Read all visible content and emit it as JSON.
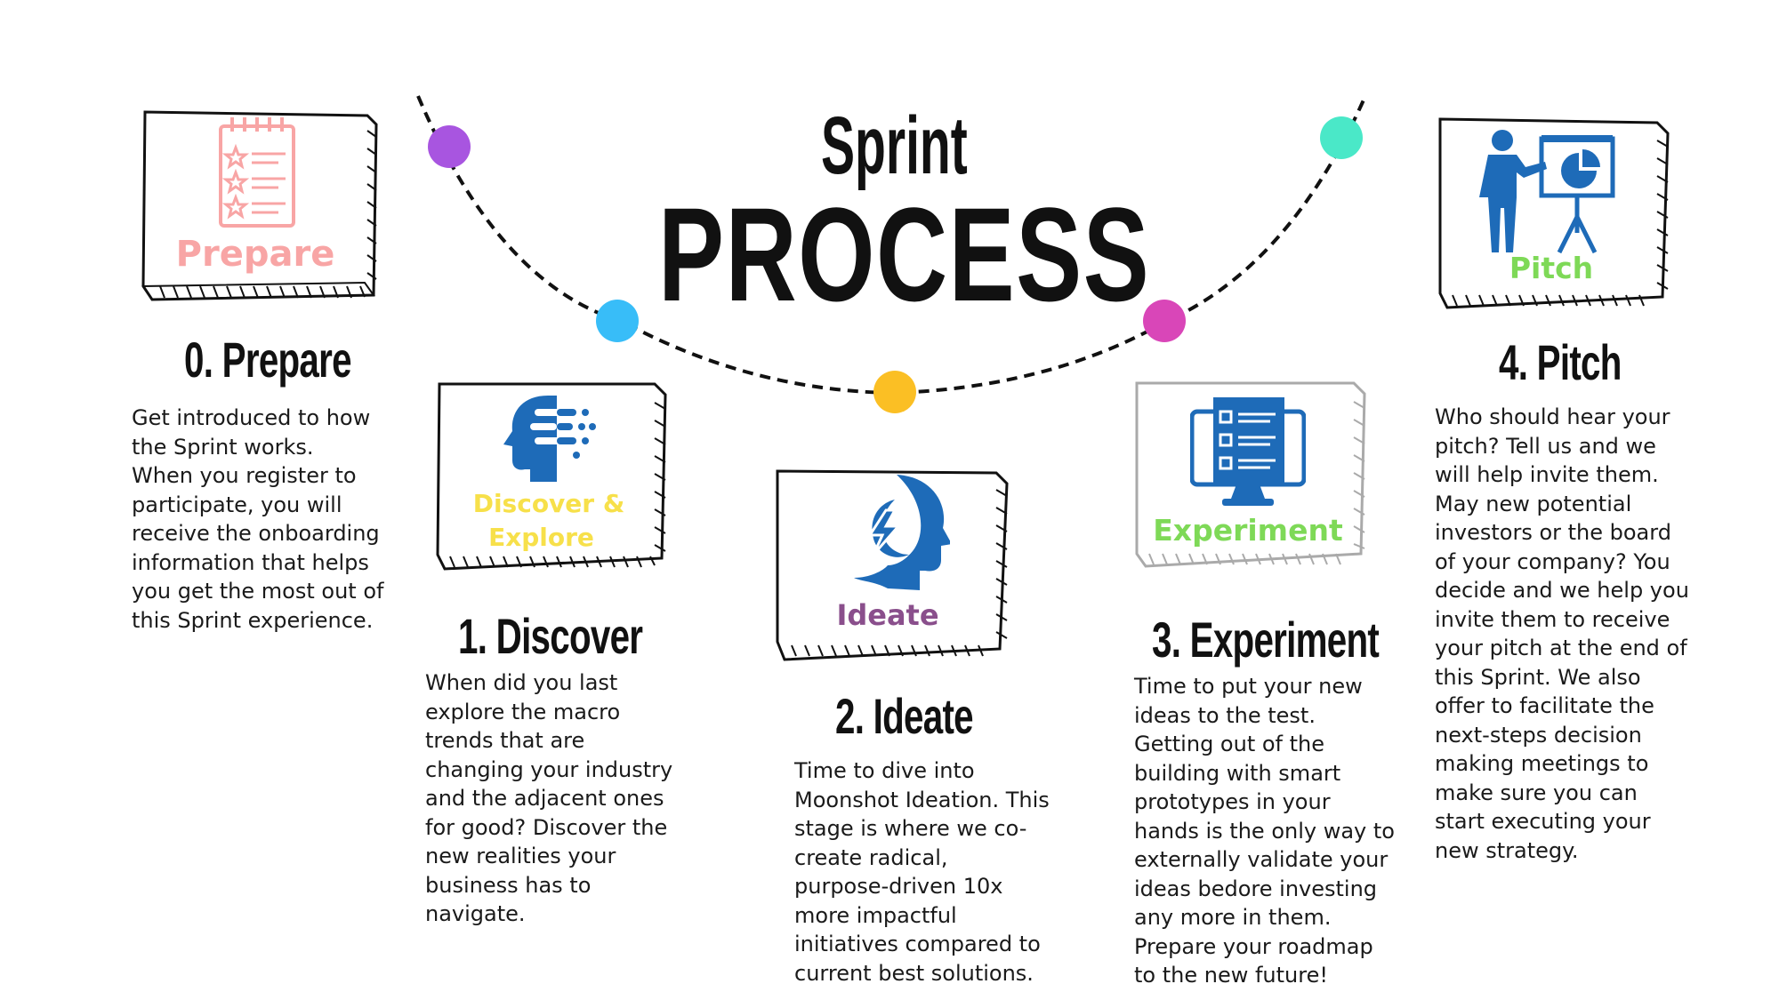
{
  "title": {
    "line1": "Sprint",
    "line2": "PROCESS"
  },
  "arc_dot_colors": [
    "#a855e0",
    "#38bdf8",
    "#fbbf24",
    "#d946b8",
    "#4ae8c8"
  ],
  "stages": [
    {
      "card_label": "Prepare",
      "card_color": "#f8a5a5",
      "icon": "checklist-icon",
      "title": "0. Prepare",
      "description": "Get introduced to how\nthe Sprint works.\nWhen you register to\nparticipate, you will\nreceive the onboarding\ninformation that helps\nyou get the most out of\nthis Sprint experience."
    },
    {
      "card_label_line1": "Discover &",
      "card_label_line2": "Explore",
      "card_color": "#f7e04a",
      "icon": "head-data-icon",
      "title": "1. Discover",
      "description": "When did you last\nexplore the macro\ntrends that are\nchanging your industry\nand the adjacent ones\nfor good? Discover the\nnew realities your\nbusiness has to\nnavigate."
    },
    {
      "card_label": "Ideate",
      "card_color": "#8a4f8c",
      "icon": "lightning-head-icon",
      "title": "2. Ideate",
      "description": "Time to dive into\nMoonshot Ideation. This\nstage is where we co-\ncreate radical,\npurpose-driven 10x\nmore impactful\ninitiatives compared to\ncurrent best solutions."
    },
    {
      "card_label": "Experiment",
      "card_color": "#7ed957",
      "icon": "monitor-checklist-icon",
      "title": "3. Experiment",
      "description": "Time to put your new\nideas to the test.\nGetting out of the\nbuilding with smart\nprototypes in your\nhands is the only way to\nexternally validate your\nideas bedore investing\nany more in them.\nPrepare your roadmap\nto the new future!"
    },
    {
      "card_label": "Pitch",
      "card_color": "#7ed957",
      "icon": "presenter-icon",
      "title": "4. Pitch",
      "description": "Who should hear your\npitch? Tell us and we\nwill help invite them.\nMay new potential\ninvestors or the board\nof your company? You\ndecide and we help you\ninvite them to receive\nyour pitch at the end of\nthis Sprint. We also\noffer to facilitate the\nnext-steps decision\nmaking meetings to\nmake sure you can\nstart executing your\nnew strategy."
    }
  ]
}
